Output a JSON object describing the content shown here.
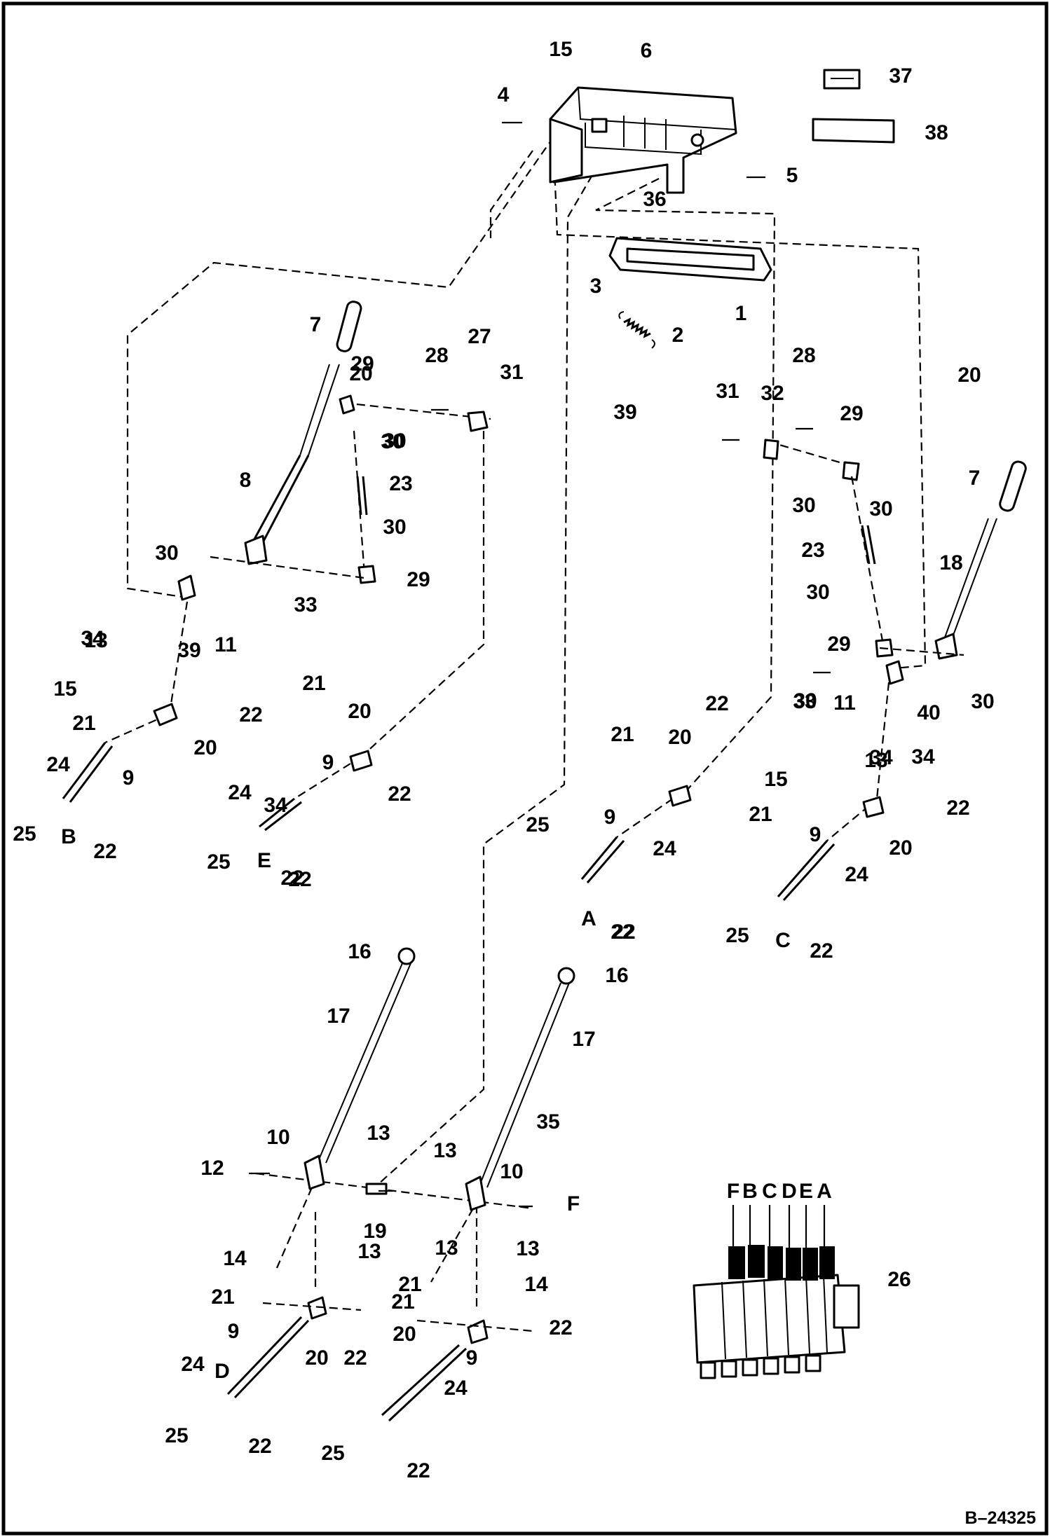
{
  "drawing_id": "B–24325",
  "valve_labels": [
    "F",
    "B",
    "C",
    "D",
    "E",
    "A"
  ],
  "callouts": [
    {
      "t": "1"
    },
    {
      "t": "2"
    },
    {
      "t": "3"
    },
    {
      "t": "4"
    },
    {
      "t": "5"
    },
    {
      "t": "6"
    },
    {
      "t": "7"
    },
    {
      "t": "7"
    },
    {
      "t": "8"
    },
    {
      "t": "9"
    },
    {
      "t": "9"
    },
    {
      "t": "9"
    },
    {
      "t": "9"
    },
    {
      "t": "9"
    },
    {
      "t": "9"
    },
    {
      "t": "10"
    },
    {
      "t": "10"
    },
    {
      "t": "11"
    },
    {
      "t": "11"
    },
    {
      "t": "12"
    },
    {
      "t": "13"
    },
    {
      "t": "13"
    },
    {
      "t": "13"
    },
    {
      "t": "13"
    },
    {
      "t": "13"
    },
    {
      "t": "13"
    },
    {
      "t": "13"
    },
    {
      "t": "14"
    },
    {
      "t": "14"
    },
    {
      "t": "15"
    },
    {
      "t": "15"
    },
    {
      "t": "15"
    },
    {
      "t": "16"
    },
    {
      "t": "16"
    },
    {
      "t": "17"
    },
    {
      "t": "17"
    },
    {
      "t": "18"
    },
    {
      "t": "19"
    },
    {
      "t": "20"
    },
    {
      "t": "20"
    },
    {
      "t": "20"
    },
    {
      "t": "20"
    },
    {
      "t": "20"
    },
    {
      "t": "20"
    },
    {
      "t": "20"
    },
    {
      "t": "20"
    },
    {
      "t": "21"
    },
    {
      "t": "21"
    },
    {
      "t": "21"
    },
    {
      "t": "21"
    },
    {
      "t": "21"
    },
    {
      "t": "21"
    },
    {
      "t": "21"
    },
    {
      "t": "22"
    },
    {
      "t": "22"
    },
    {
      "t": "22"
    },
    {
      "t": "22"
    },
    {
      "t": "22"
    },
    {
      "t": "22"
    },
    {
      "t": "22"
    },
    {
      "t": "22"
    },
    {
      "t": "22"
    },
    {
      "t": "22"
    },
    {
      "t": "22"
    },
    {
      "t": "22"
    },
    {
      "t": "22"
    },
    {
      "t": "22"
    },
    {
      "t": "23"
    },
    {
      "t": "23"
    },
    {
      "t": "24"
    },
    {
      "t": "24"
    },
    {
      "t": "24"
    },
    {
      "t": "24"
    },
    {
      "t": "24"
    },
    {
      "t": "24"
    },
    {
      "t": "25"
    },
    {
      "t": "25"
    },
    {
      "t": "25"
    },
    {
      "t": "25"
    },
    {
      "t": "25"
    },
    {
      "t": "25"
    },
    {
      "t": "26"
    },
    {
      "t": "27"
    },
    {
      "t": "28"
    },
    {
      "t": "28"
    },
    {
      "t": "29"
    },
    {
      "t": "29"
    },
    {
      "t": "29"
    },
    {
      "t": "29"
    },
    {
      "t": "30"
    },
    {
      "t": "30"
    },
    {
      "t": "30"
    },
    {
      "t": "30"
    },
    {
      "t": "30"
    },
    {
      "t": "30"
    },
    {
      "t": "30"
    },
    {
      "t": "30"
    },
    {
      "t": "30"
    },
    {
      "t": "31"
    },
    {
      "t": "31"
    },
    {
      "t": "32"
    },
    {
      "t": "33"
    },
    {
      "t": "33"
    },
    {
      "t": "34"
    },
    {
      "t": "34"
    },
    {
      "t": "34"
    },
    {
      "t": "34"
    },
    {
      "t": "35"
    },
    {
      "t": "36"
    },
    {
      "t": "37"
    },
    {
      "t": "38"
    },
    {
      "t": "39"
    },
    {
      "t": "39"
    },
    {
      "t": "40"
    },
    {
      "t": "F"
    },
    {
      "t": "B"
    },
    {
      "t": "E"
    },
    {
      "t": "A"
    },
    {
      "t": "C"
    },
    {
      "t": "D"
    }
  ]
}
